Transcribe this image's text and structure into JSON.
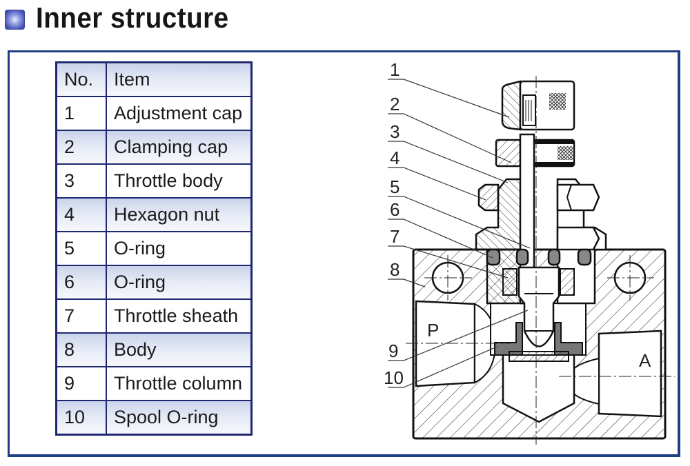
{
  "header": {
    "title": "Inner structure",
    "icon": "blue-square-bullet-icon",
    "accent_color": "#1d3f86"
  },
  "parts_table": {
    "columns": [
      "No.",
      "Item"
    ],
    "rows": [
      {
        "no": "1",
        "item": "Adjustment cap"
      },
      {
        "no": "2",
        "item": "Clamping cap"
      },
      {
        "no": "3",
        "item": "Throttle body"
      },
      {
        "no": "4",
        "item": "Hexagon nut"
      },
      {
        "no": "5",
        "item": "O-ring"
      },
      {
        "no": "6",
        "item": "O-ring"
      },
      {
        "no": "7",
        "item": "Throttle sheath"
      },
      {
        "no": "8",
        "item": "Body"
      },
      {
        "no": "9",
        "item": "Throttle column"
      },
      {
        "no": "10",
        "item": "Spool O-ring"
      }
    ]
  },
  "diagram": {
    "callouts": [
      "1",
      "2",
      "3",
      "4",
      "5",
      "6",
      "7",
      "8",
      "9",
      "10"
    ],
    "port_labels": {
      "inlet": "P",
      "outlet": "A"
    }
  }
}
